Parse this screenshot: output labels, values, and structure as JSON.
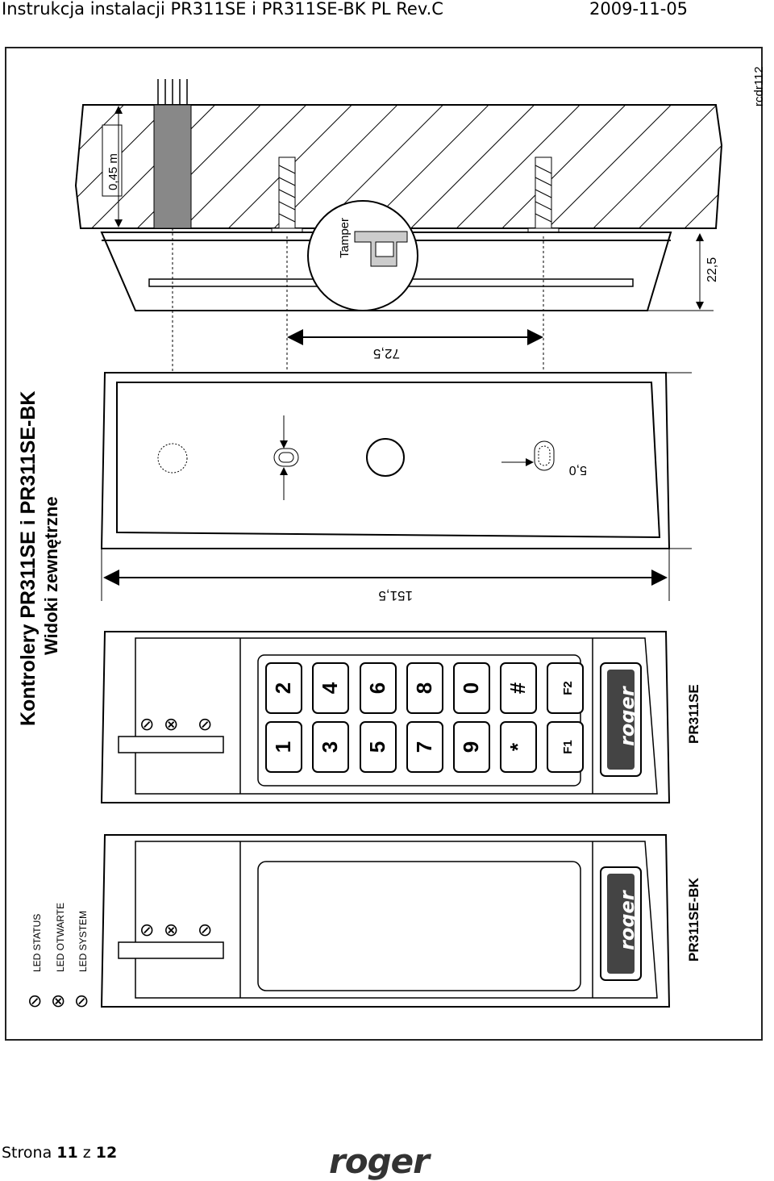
{
  "header": {
    "title": "Instrukcja instalacji PR311SE i PR311SE-BK PL Rev.C",
    "date": "2009-11-05"
  },
  "drawing": {
    "ref": "rcdr112",
    "heading_line1": "Kontrolery PR311SE i PR311SE-BK",
    "heading_line2": "Widoki zewnętrzne",
    "cable_length": "0,45 m",
    "tamper_label": "Tamper",
    "dim_depth": "22,5",
    "dim_holes": "72,5",
    "dim_length": "151,5",
    "dim_hole": "5,0",
    "model_keypad": "PR311SE",
    "model_bk": "PR311SE-BK",
    "brand": "roger",
    "keys": [
      {
        "top": "2",
        "bottom": "1"
      },
      {
        "top": "4",
        "bottom": "3"
      },
      {
        "top": "6",
        "bottom": "5"
      },
      {
        "top": "8",
        "bottom": "7"
      },
      {
        "top": "0",
        "bottom": "9"
      },
      {
        "top": "#",
        "bottom": "*"
      },
      {
        "top": "F2",
        "bottom": "F1"
      }
    ],
    "legend": [
      {
        "label": "LED STATUS",
        "icon": "led-status-icon"
      },
      {
        "label": "LED OTWARTE",
        "icon": "led-open-icon"
      },
      {
        "label": "LED SYSTEM",
        "icon": "led-system-icon"
      }
    ]
  },
  "footer": {
    "prefix": "Strona",
    "page": "11",
    "sep": "z",
    "total": "12",
    "logo": "roger"
  }
}
